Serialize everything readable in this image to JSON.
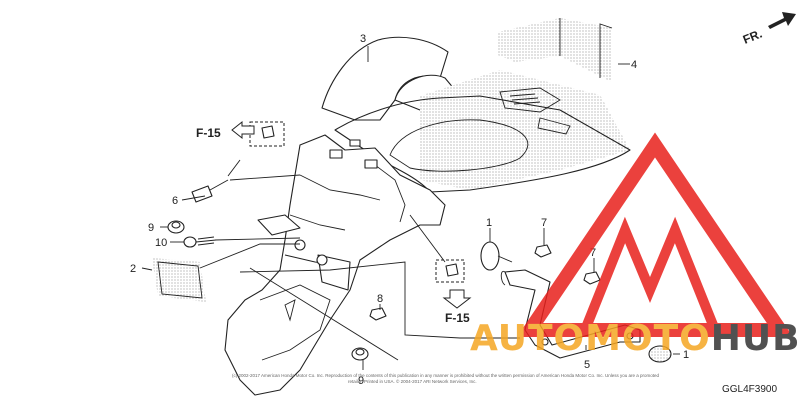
{
  "direction_label": "FR.",
  "reference_labels": [
    "F-15",
    "F-15"
  ],
  "callouts": [
    "1",
    "1",
    "2",
    "3",
    "4",
    "5",
    "6",
    "7",
    "7",
    "8",
    "9",
    "9",
    "10"
  ],
  "diagram_code": "GGL4F3900",
  "copyright_line_1": "(c) 2002-2017 American Honda Motor Co. Inc. Reproduction of the contents of this publication in any manner is prohibited without the written permission of American Honda Motor Co. Inc. Unless you are a promoted",
  "copyright_line_2": "retailer. Printed in USA. © 2004-2017 ARI Network Services, Inc.",
  "watermark": {
    "text_part_1": "AUTOMOTO",
    "text_part_2": "HUB",
    "colors": {
      "orange": "#f5a623",
      "dark": "#333333",
      "red": "#e8201c"
    }
  }
}
